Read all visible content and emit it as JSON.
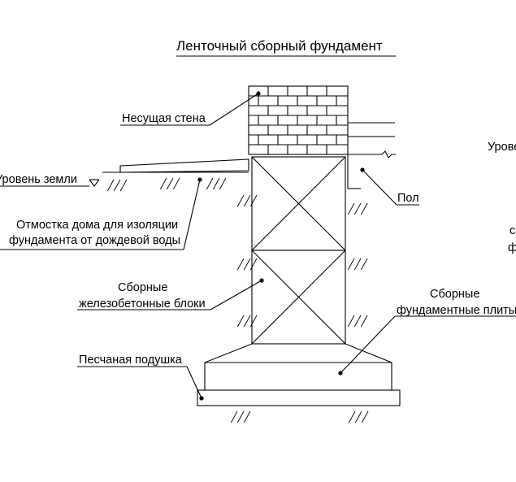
{
  "title": "Ленточный сборный фундамент",
  "labels": {
    "wall": "Несущая стена",
    "ground": "Уровень земли",
    "floor": "Пол",
    "blind_area_1": "Отмостка дома для изоляции",
    "blind_area_2": "фундамента от дождевой воды",
    "blocks_1": "Сборные",
    "blocks_2": "железобетонные блоки",
    "plates_1": "Сборные",
    "plates_2": "фундаментные плиты",
    "sand": "Песчаная подушка",
    "right_cut_1": "Урове",
    "right_cut_2": "с",
    "right_cut_3": "ф"
  }
}
